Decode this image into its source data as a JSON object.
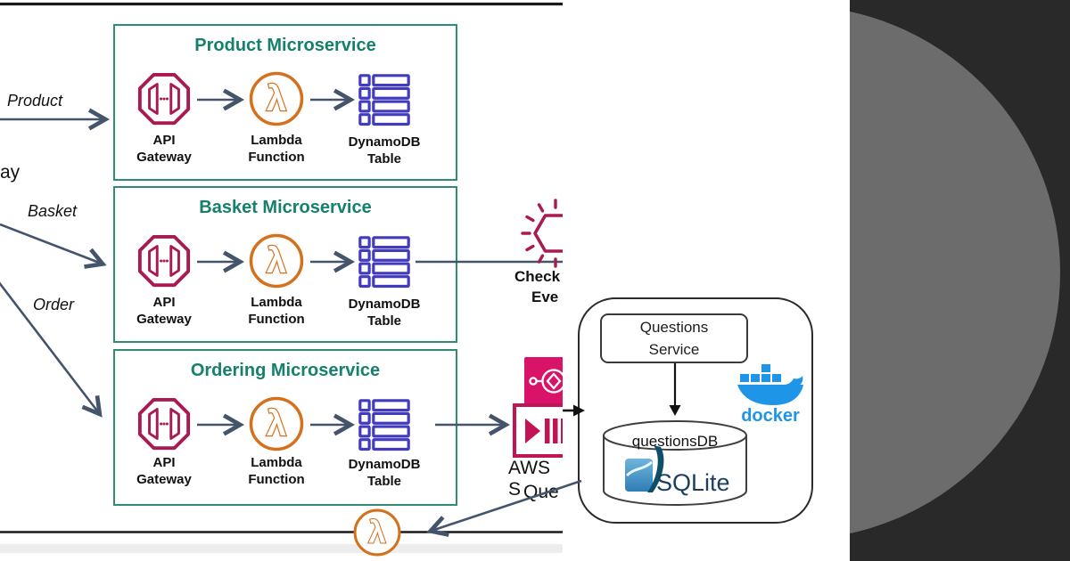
{
  "colors": {
    "teal_border": "#2f8a76",
    "teal_title": "#15806c",
    "api_gateway_crimson": "#a91a52",
    "lambda_orange": "#d4711d",
    "dynamodb_indigo": "#423bbd",
    "arrow_slate": "#44546a",
    "event_pink": "#d91367",
    "docker_blue": "#1e95e6",
    "sqlite_navy": "#1d3e5e",
    "dark_panel": "#292929",
    "panel_circle": "#6c6c6c"
  },
  "flow": {
    "product_label": "Product",
    "basket_label": "Basket",
    "order_label": "Order",
    "gateway_fragment": "ay"
  },
  "microservices": [
    {
      "title": "Product Microservice",
      "components": [
        {
          "label": "API\nGateway"
        },
        {
          "label": "Lambda\nFunction"
        },
        {
          "label": "DynamoDB\nTable"
        }
      ]
    },
    {
      "title": "Basket Microservice",
      "components": [
        {
          "label": "API\nGateway"
        },
        {
          "label": "Lambda\nFunction"
        },
        {
          "label": "DynamoDB\nTable"
        }
      ]
    },
    {
      "title": "Ordering Microservice",
      "components": [
        {
          "label": "API\nGateway"
        },
        {
          "label": "Lambda\nFunction"
        },
        {
          "label": "DynamoDB\nTable"
        }
      ]
    }
  ],
  "annotations": {
    "checkout_line1": "Check",
    "checkout_line2": "Eve",
    "sqs_line1": "AWS S",
    "sqs_line2": "Que"
  },
  "questions_panel": {
    "service_label": "Questions\nService",
    "db_label": "questionsDB",
    "sqlite_label": "SQLite",
    "docker_label": "docker"
  }
}
